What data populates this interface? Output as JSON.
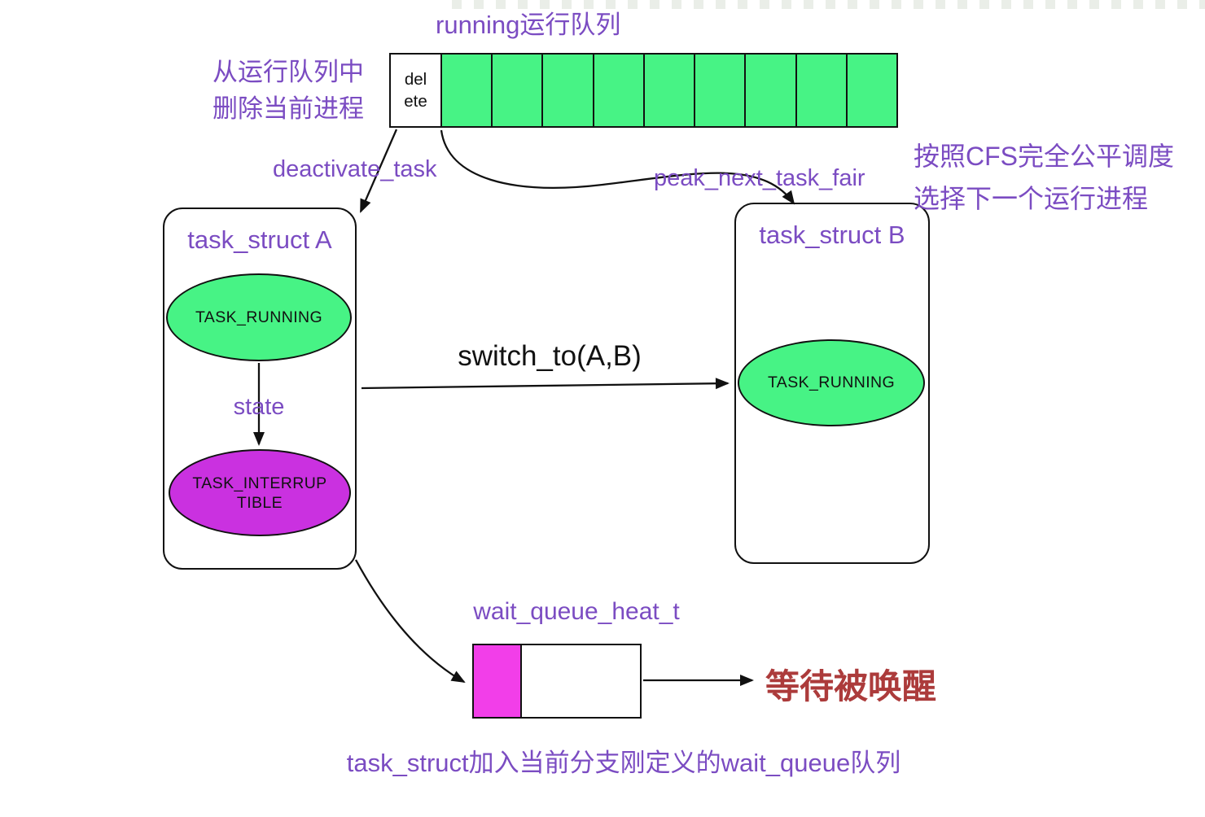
{
  "colors": {
    "purple": "#7B4CC2",
    "green": "#47F385",
    "magenta_ellipse": "#CA31E0",
    "magenta_cell": "#F23EE9",
    "dark_red": "#AC3B3B",
    "ink": "#111111"
  },
  "top_title": "running运行队列",
  "running_queue": {
    "delete_cell_label": "del\nete",
    "green_cell_count": 9
  },
  "annotations": {
    "remove_from_queue": "从运行队列中\n删除当前进程",
    "deactivate_task": "deactivate_task",
    "peak_next_task_fair": "peak_next_task_fair",
    "cfs_note": "按照CFS完全公平调度\n选择下一个运行进程",
    "switch_to": "switch_to(A,B)",
    "state": "state",
    "wakeup": "等待被唤醒",
    "bottom_note": "task_struct加入当前分支刚定义的wait_queue队列"
  },
  "task_struct_a": {
    "title": "task_struct A",
    "running_state": "TASK_RUNNING",
    "interruptible_state": "TASK_INTERRUP\nTIBLE"
  },
  "task_struct_b": {
    "title": "task_struct B",
    "running_state": "TASK_RUNNING"
  },
  "wait_queue": {
    "label": "wait_queue_heat_t"
  }
}
